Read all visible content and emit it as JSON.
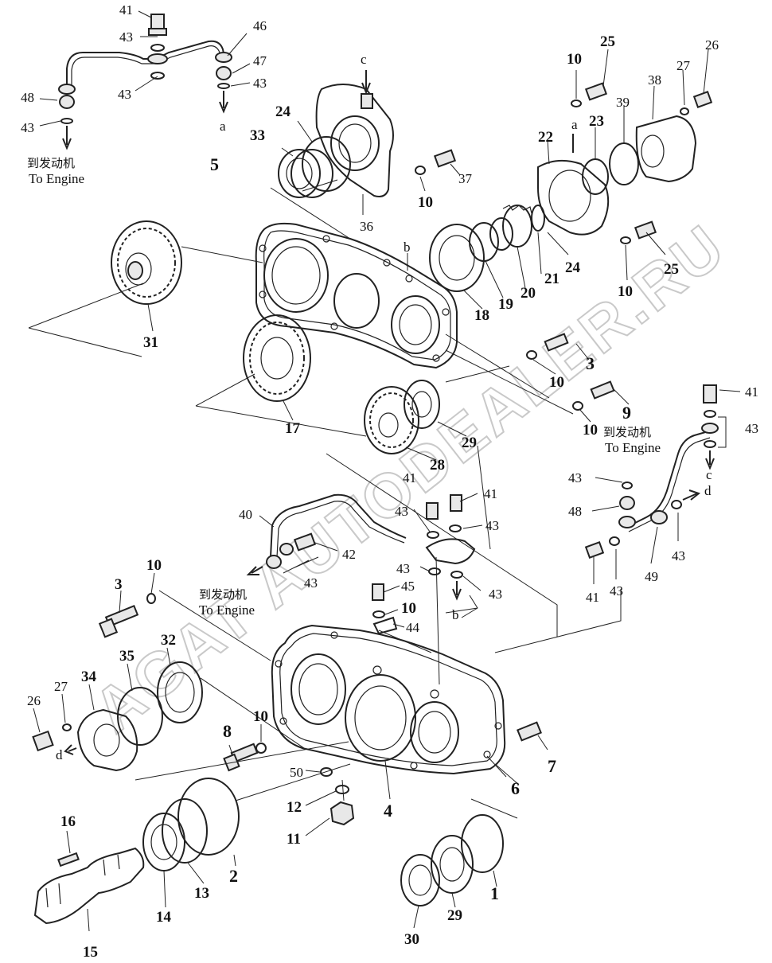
{
  "watermark": "AGAT AUTODEALER.RU",
  "notes": {
    "to_engine_cn": "到发动机",
    "to_engine_en": "To Engine"
  },
  "connection_letters": [
    "a",
    "b",
    "c",
    "d"
  ],
  "part_labels": {
    "p1": "1",
    "p2": "2",
    "p3": "3",
    "p4": "4",
    "p5": "5",
    "p6": "6",
    "p7": "7",
    "p8": "8",
    "p9": "9",
    "p10": "10",
    "p11": "11",
    "p12": "12",
    "p13": "13",
    "p14": "14",
    "p15": "15",
    "p16": "16",
    "p17": "17",
    "p18": "18",
    "p19": "19",
    "p20": "20",
    "p21": "21",
    "p22": "22",
    "p23": "23",
    "p24": "24",
    "p25": "25",
    "p26": "26",
    "p27": "27",
    "p28": "28",
    "p29": "29",
    "p30": "30",
    "p31": "31",
    "p32": "32",
    "p33": "33",
    "p34": "34",
    "p35": "35",
    "p36": "36",
    "p37": "37",
    "p38": "38",
    "p39": "39",
    "p40": "40",
    "p41": "41",
    "p42": "42",
    "p43": "43",
    "p44": "44",
    "p45": "45",
    "p46": "46",
    "p47": "47",
    "p48": "48",
    "p49": "49",
    "p50": "50"
  }
}
